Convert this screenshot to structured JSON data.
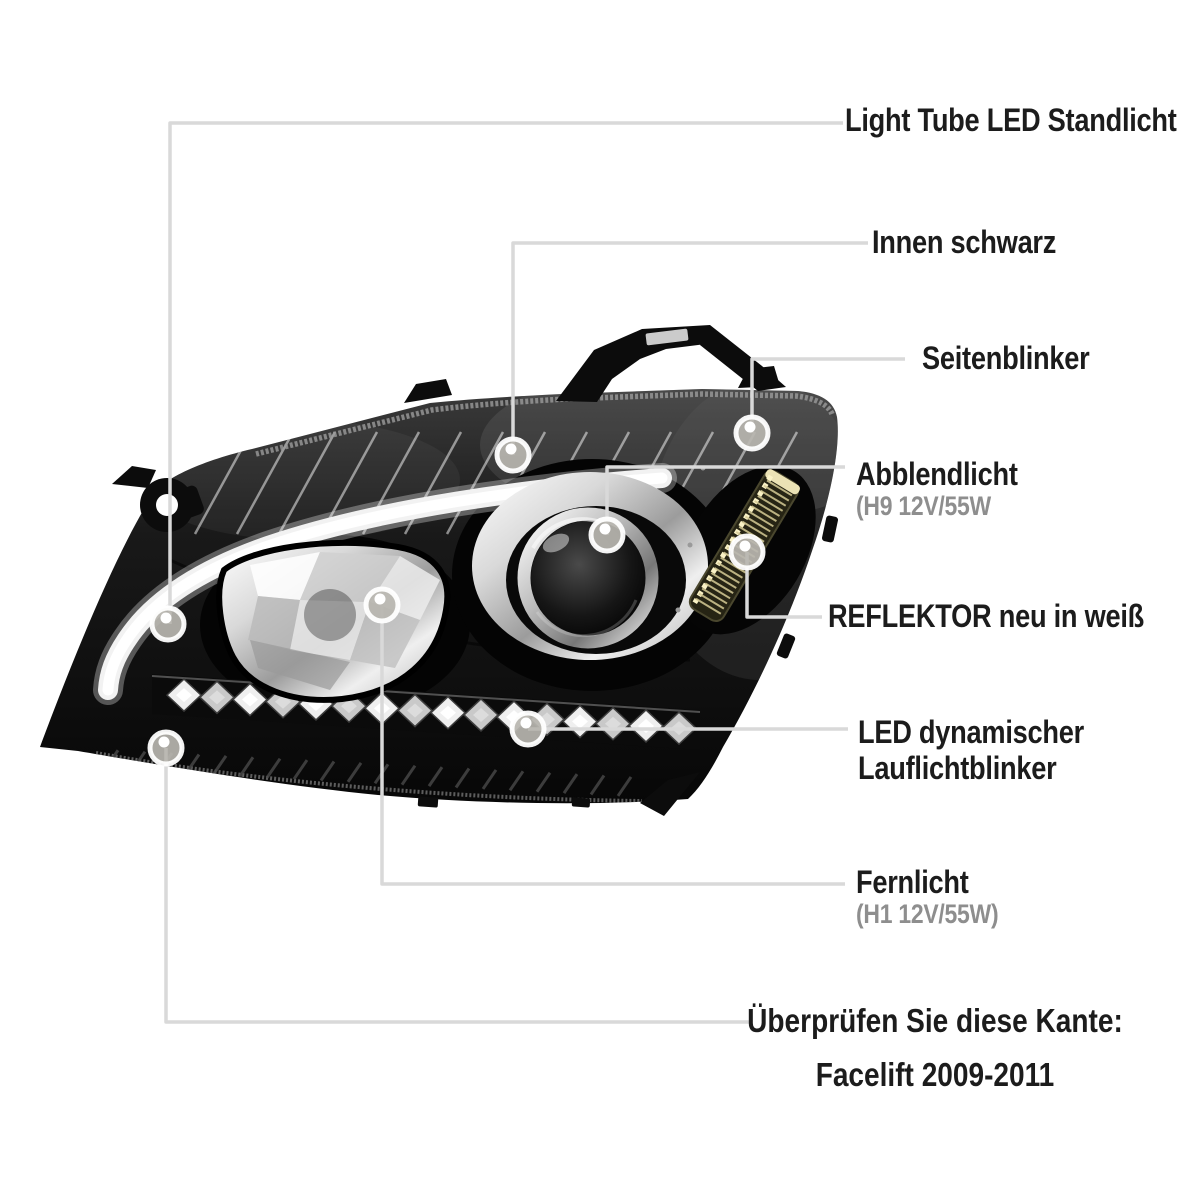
{
  "figure": {
    "type": "annotated-product-photo",
    "subject": "headlight"
  },
  "colors": {
    "background": "#ffffff",
    "label_text": "#1c1c1c",
    "sublabel_text": "#8e8e8e",
    "callout_line": "#d9d9d9",
    "housing_black": "#0d0d0d",
    "drl_tube_white": "#ffffff",
    "reflector_amber": "#d6cb96"
  },
  "callouts": [
    {
      "id": "light-tube",
      "label": "Light Tube LED Standlicht"
    },
    {
      "id": "inner-black",
      "label": "Innen schwarz"
    },
    {
      "id": "side-indicator",
      "label": "Seitenblinker"
    },
    {
      "id": "low-beam",
      "label": "Abblendlicht",
      "spec": "(H9 12V/55W"
    },
    {
      "id": "reflector",
      "label": "REFLEKTOR neu in weiß"
    },
    {
      "id": "led-running-indicator",
      "label": "LED dynamischer",
      "label_line2": "Lauflichtblinker"
    },
    {
      "id": "high-beam",
      "label": "Fernlicht",
      "spec": "(H1 12V/55W)"
    }
  ],
  "footer": {
    "line1": "Überprüfen Sie diese Kante:",
    "line2": "Facelift 2009-2011"
  }
}
